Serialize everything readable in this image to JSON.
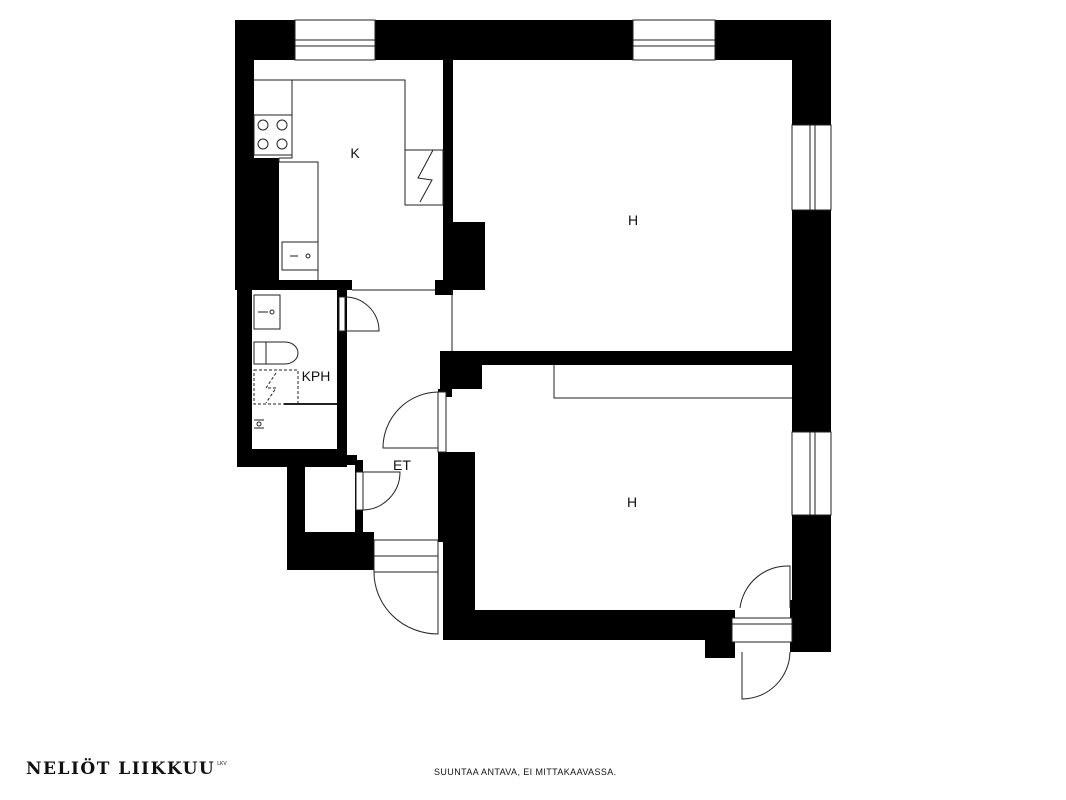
{
  "rooms": {
    "kitchen": "K",
    "living_room": "H",
    "bedroom": "H",
    "bathroom": "KPH",
    "hallway": "ET"
  },
  "footer": {
    "brand_name": "NELIÖT LIIKKUU",
    "brand_mark": "LKV",
    "disclaimer": "SUUNTAA ANTAVA, EI MITTAKAAVASSA."
  },
  "colors": {
    "wall": "#000000",
    "background": "#ffffff",
    "line": "#222222"
  }
}
